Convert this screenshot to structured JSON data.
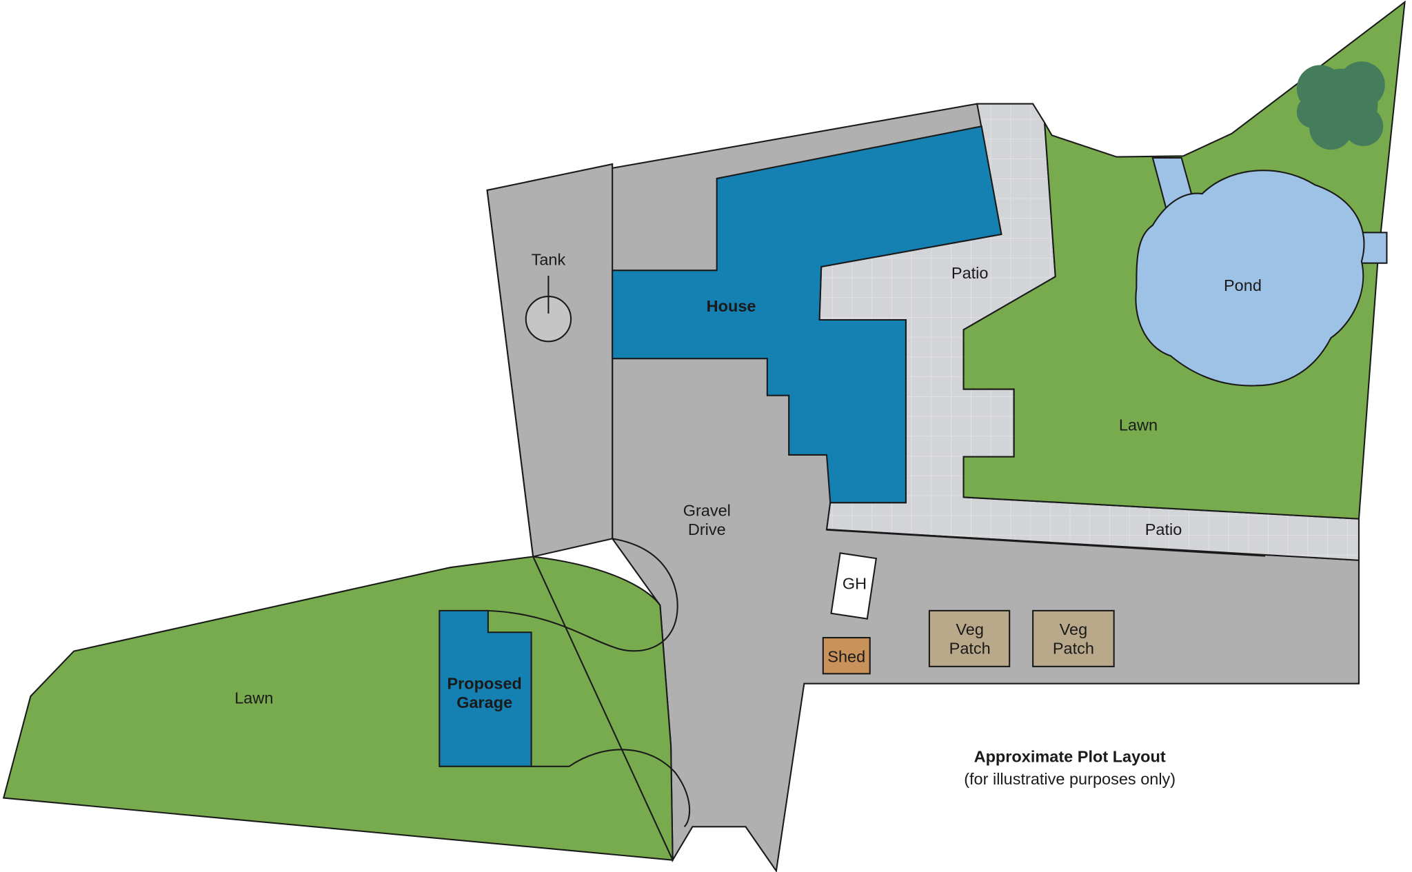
{
  "colors": {
    "gravel": "#b0b0b0",
    "patio": "#d3d4d8",
    "patio_grid": "#e6e7ea",
    "lawn": "#78ab4d",
    "building": "#1580b2",
    "pond": "#9dc2e6",
    "tree": "#457c5c",
    "shed": "#c9925a",
    "veg_patch": "#b9a98a",
    "greenhouse": "#ffffff",
    "outline": "#1a1a1a"
  },
  "labels": {
    "tank": "Tank",
    "house": "House",
    "patio_upper": "Patio",
    "patio_lower": "Patio",
    "pond": "Pond",
    "lawn_east": "Lawn",
    "lawn_west": "Lawn",
    "drive_line1": "Gravel",
    "drive_line2": "Drive",
    "greenhouse": "GH",
    "shed": "Shed",
    "veg1_line1": "Veg",
    "veg1_line2": "Patch",
    "veg2_line1": "Veg",
    "veg2_line2": "Patch",
    "garage_line1": "Proposed",
    "garage_line2": "Garage"
  },
  "caption": {
    "title": "Approximate Plot Layout",
    "subtitle": "(for illustrative purposes only)"
  },
  "icons": {
    "tree": "tree-icon",
    "tank": "tank-icon"
  }
}
